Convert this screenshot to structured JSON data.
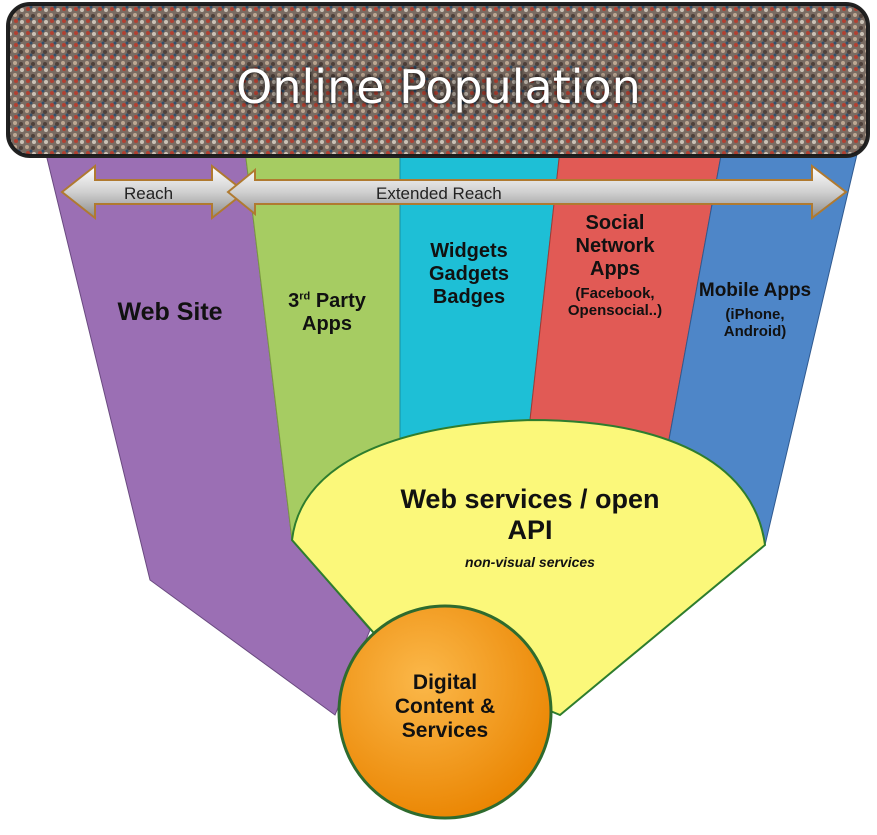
{
  "banner": {
    "title": "Online Population"
  },
  "arrows": {
    "reach": "Reach",
    "extended_reach": "Extended Reach"
  },
  "segments": {
    "web_site": "Web Site",
    "third_party": {
      "num": "3",
      "sup": "rd",
      "rest": " Party",
      "line2": "Apps"
    },
    "widgets": [
      "Widgets",
      "Gadgets",
      "Badges"
    ],
    "social": {
      "lines": [
        "Social",
        "Network",
        "Apps"
      ],
      "sub": [
        "(Facebook,",
        "Opensocial..)"
      ]
    },
    "mobile": {
      "line1": "Mobile Apps",
      "sub": [
        "(iPhone,",
        "Android)"
      ]
    }
  },
  "api": {
    "title1": "Web services / open",
    "title2": "API",
    "subtitle": "non-visual services"
  },
  "core": [
    "Digital",
    "Content &",
    "Services"
  ],
  "colors": {
    "purple": "#9b6fb4",
    "green": "#a6cc62",
    "cyan": "#1ebfd6",
    "red": "#e15a55",
    "blue": "#4e86c8",
    "yellow": "#fbf87a",
    "orange": "#f39a1a"
  }
}
